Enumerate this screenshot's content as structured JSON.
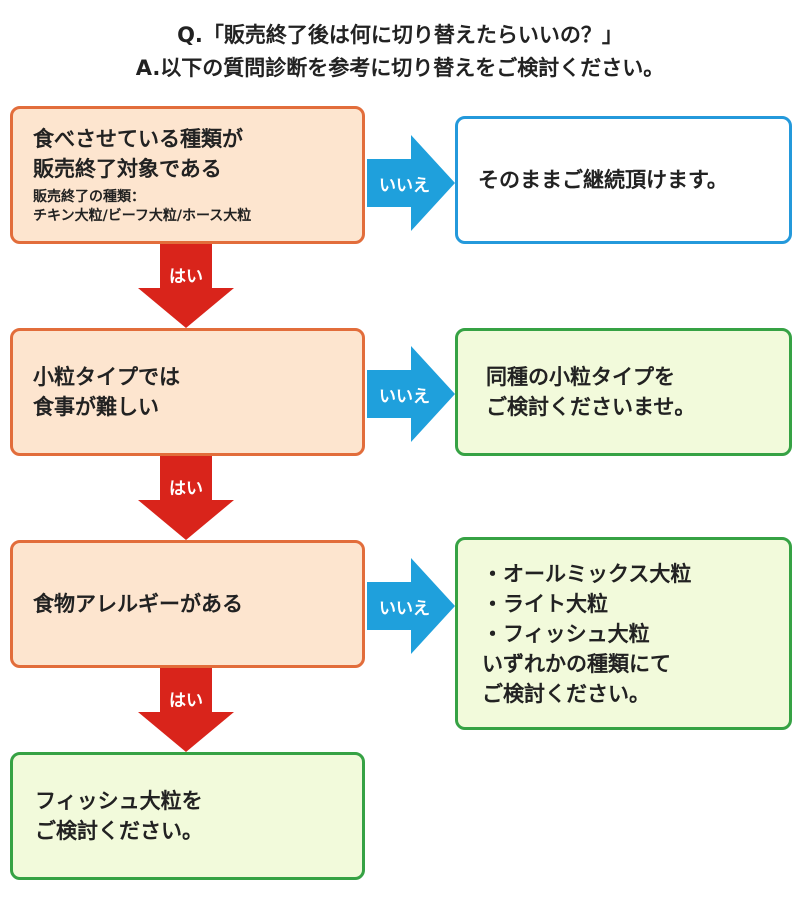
{
  "header": {
    "question": "Q.「販売終了後は何に切り替えたらいいの？」",
    "answer": "A.以下の質問診断を参考に切り替えをご検討ください。"
  },
  "labels": {
    "yes": "はい",
    "no": "いいえ"
  },
  "steps": [
    {
      "question_lines": [
        "食べさせている種類が",
        "販売終了対象である"
      ],
      "note_lines": [
        "販売終了の種類：",
        "チキン大粒/ビーフ大粒/ホース大粒"
      ],
      "no_result_lines": [
        "そのままご継続頂けます。"
      ]
    },
    {
      "question_lines": [
        "小粒タイプでは",
        "食事が難しい"
      ],
      "no_result_lines": [
        "同種の小粒タイプを",
        "ご検討くださいませ。"
      ]
    },
    {
      "question_lines": [
        "食物アレルギーがある"
      ],
      "no_result_lines": [
        "・オールミックス大粒",
        "・ライト大粒",
        "・フィッシュ大粒",
        "いずれかの種類にて",
        "ご検討ください。"
      ]
    }
  ],
  "final_lines": [
    "フィッシュ大粒を",
    "ご検討ください。"
  ],
  "colors": {
    "question_fill": "#fde5cf",
    "question_border": "#e26d3b",
    "result_fill": "#f2fadb",
    "result_border": "#36a244",
    "continue_border": "#2499db",
    "yes_arrow": "#d9241b",
    "no_arrow": "#1fa0dc"
  }
}
